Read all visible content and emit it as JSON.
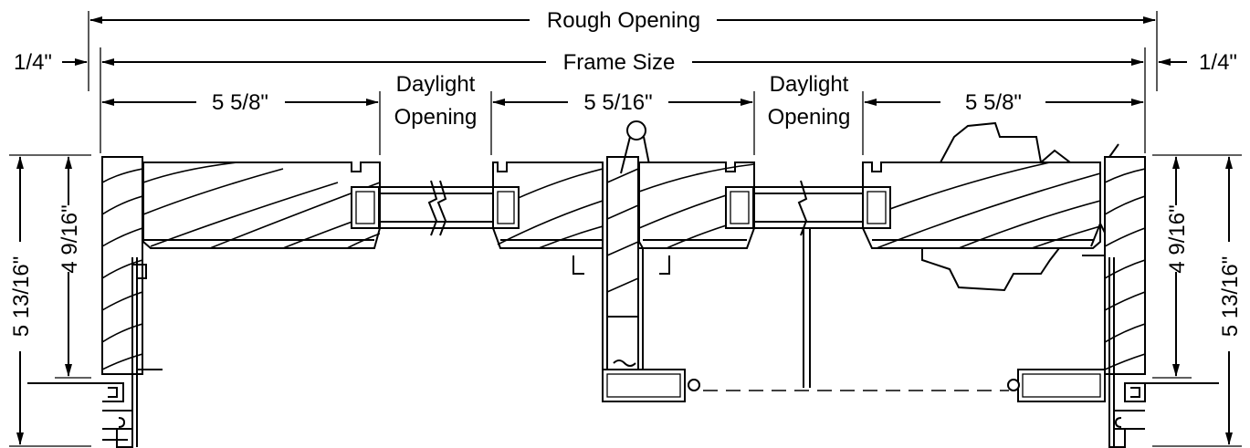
{
  "dimensions": {
    "rough_opening": "Rough Opening",
    "frame_size": "Frame Size",
    "left_gap": "1/4\"",
    "right_gap": "1/4\"",
    "left_sash": "5 5/8\"",
    "center_sash": "5 5/16\"",
    "right_sash": "5 5/8\"",
    "daylight_left_1": "Daylight",
    "daylight_left_2": "Opening",
    "daylight_right_1": "Daylight",
    "daylight_right_2": "Opening",
    "left_outer_height": "5 13/16\"",
    "left_inner_height": "4 9/16\"",
    "right_inner_height": "4 9/16\"",
    "right_outer_height": "5 13/16\""
  }
}
